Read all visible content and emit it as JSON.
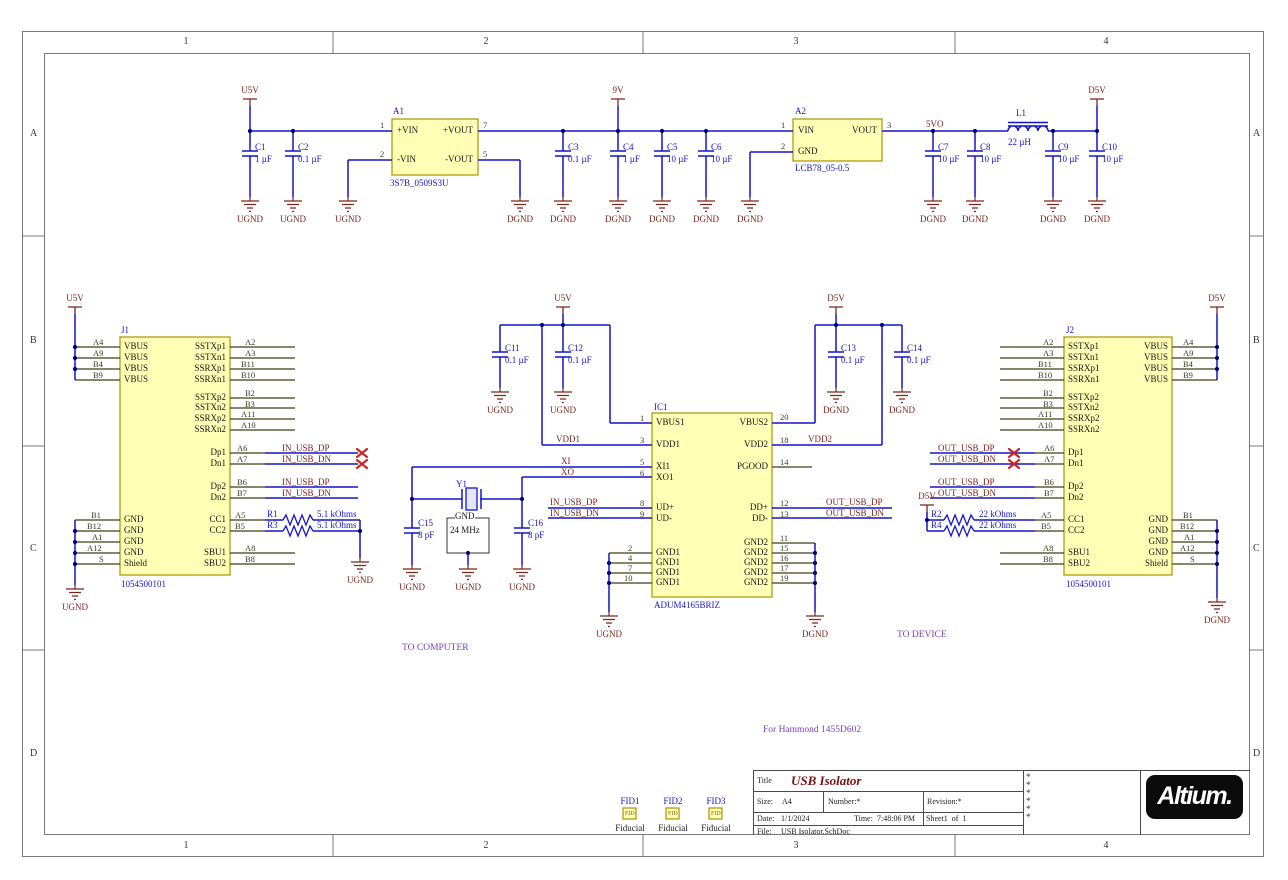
{
  "frame": {
    "zones": [
      "1",
      "2",
      "3",
      "4"
    ],
    "rows": [
      "A",
      "B",
      "C",
      "D"
    ]
  },
  "nets": {
    "u5v": "U5V",
    "v9": "9V",
    "d5v": "D5V",
    "v5o": "5VO",
    "ugnd": "UGND",
    "dgnd": "DGND",
    "vdd1": "VDD1",
    "vdd2": "VDD2",
    "xi": "XI",
    "xo": "XO",
    "in_dp": "IN_USB_DP",
    "in_dn": "IN_USB_DN",
    "out_dp": "OUT_USB_DP",
    "out_dn": "OUT_USB_DN"
  },
  "conn_pins": {
    "vbus": "VBUS",
    "gnd": "GND",
    "shield": "Shield",
    "sstxp1": "SSTXp1",
    "sstxn1": "SSTXn1",
    "ssrxp1": "SSRXp1",
    "ssrxn1": "SSRXn1",
    "sstxp2": "SSTXp2",
    "sstxn2": "SSTXn2",
    "ssrxp2": "SSRXp2",
    "ssrxn2": "SSRXn2",
    "dp1": "Dp1",
    "dn1": "Dn1",
    "dp2": "Dp2",
    "dn2": "Dn2",
    "cc1": "CC1",
    "cc2": "CC2",
    "sbu1": "SBU1",
    "sbu2": "SBU2"
  },
  "pnum": {
    "a1": "A1",
    "a2": "A2",
    "a3": "A3",
    "a4": "A4",
    "a5": "A5",
    "a6": "A6",
    "a7": "A7",
    "a8": "A8",
    "a9": "A9",
    "a10": "A10",
    "a11": "A11",
    "a12": "A12",
    "b1": "B1",
    "b2": "B2",
    "b3": "B3",
    "b4": "B4",
    "b5": "B5",
    "b6": "B6",
    "b7": "B7",
    "b8": "B8",
    "b9": "B9",
    "b10": "B10",
    "b11": "B11",
    "b12": "B12",
    "s": "S"
  },
  "parts": {
    "a1": {
      "ref": "A1",
      "name": "3S7B_0509S3U",
      "vin_p": "+VIN",
      "vin_n": "-VIN",
      "vout_p": "+VOUT",
      "vout_n": "-VOUT",
      "p1": "1",
      "p2": "2",
      "p5": "5",
      "p7": "7"
    },
    "a2": {
      "ref": "A2",
      "name": "LCB78_05-0.5",
      "vin": "VIN",
      "gnd": "GND",
      "vout": "VOUT",
      "p1": "1",
      "p2": "2",
      "p3": "3"
    },
    "l1": {
      "ref": "L1",
      "value": "22 µH"
    },
    "y1": {
      "ref": "Y1",
      "value": "24 MHz",
      "case": "GND"
    },
    "c1": {
      "ref": "C1",
      "value": "1 µF"
    },
    "c2": {
      "ref": "C2",
      "value": "0.1 µF"
    },
    "c3": {
      "ref": "C3",
      "value": "0.1 µF"
    },
    "c4": {
      "ref": "C4",
      "value": "1 µF"
    },
    "c5": {
      "ref": "C5",
      "value": "10 µF"
    },
    "c6": {
      "ref": "C6",
      "value": "10 µF"
    },
    "c7": {
      "ref": "C7",
      "value": "10 µF"
    },
    "c8": {
      "ref": "C8",
      "value": "10 µF"
    },
    "c9": {
      "ref": "C9",
      "value": "10 µF"
    },
    "c10": {
      "ref": "C10",
      "value": "10 µF"
    },
    "c11": {
      "ref": "C11",
      "value": "0.1 µF"
    },
    "c12": {
      "ref": "C12",
      "value": "0.1 µF"
    },
    "c13": {
      "ref": "C13",
      "value": "0.1 µF"
    },
    "c14": {
      "ref": "C14",
      "value": "0.1 µF"
    },
    "c15": {
      "ref": "C15",
      "value": "8 pF"
    },
    "c16": {
      "ref": "C16",
      "value": "8 pF"
    },
    "r1": {
      "ref": "R1",
      "value": "5.1 kOhms"
    },
    "r3": {
      "ref": "R3",
      "value": "5.1 kOhms"
    },
    "r2": {
      "ref": "R2",
      "value": "22 kOhms"
    },
    "r4": {
      "ref": "R4",
      "value": "22 kOhms"
    },
    "j1": {
      "ref": "J1",
      "name": "1054500101"
    },
    "j2": {
      "ref": "J2",
      "name": "1054500101"
    },
    "ic1": {
      "ref": "IC1",
      "name": "ADUM4165BRIZ",
      "pins": {
        "vbus1": "VBUS1",
        "vdd1": "VDD1",
        "xi1": "XI1",
        "xo1": "XO1",
        "udp": "UD+",
        "udn": "UD-",
        "gnd1": "GND1",
        "vbus2": "VBUS2",
        "vdd2": "VDD2",
        "pgood": "PGOOD",
        "ddp": "DD+",
        "ddn": "DD-",
        "gnd2": "GND2"
      },
      "nums": {
        "n1": "1",
        "n3": "3",
        "n5": "5",
        "n6": "6",
        "n8": "8",
        "n9": "9",
        "n2": "2",
        "n4": "4",
        "n7": "7",
        "n10": "10",
        "n20": "20",
        "n18": "18",
        "n14": "14",
        "n12": "12",
        "n13": "13",
        "n11": "11",
        "n15": "15",
        "n16": "16",
        "n17": "17",
        "n19": "19"
      }
    },
    "fid1": {
      "ref": "FID1"
    },
    "fid2": {
      "ref": "FID2"
    },
    "fid3": {
      "ref": "FID3"
    },
    "fid_box": "FID",
    "fiducial": "Fiducial"
  },
  "notes": {
    "computer": "TO COMPUTER",
    "device": "TO DEVICE",
    "hammond": "For Hammond 1455D602"
  },
  "titleblock": {
    "title_label": "Title",
    "title": "USB Isolator",
    "size_label": "Size:",
    "size": "A4",
    "number": "Number:*",
    "revision": "Revision:*",
    "date_label": "Date:",
    "date": "1/1/2024",
    "time_label": "Time:",
    "time": "7:48:06 PM",
    "sheet": "Sheet1  of  1",
    "file_label": "File:",
    "file": "USB Isolator.SchDoc",
    "star": "*",
    "logo": "Altium."
  }
}
